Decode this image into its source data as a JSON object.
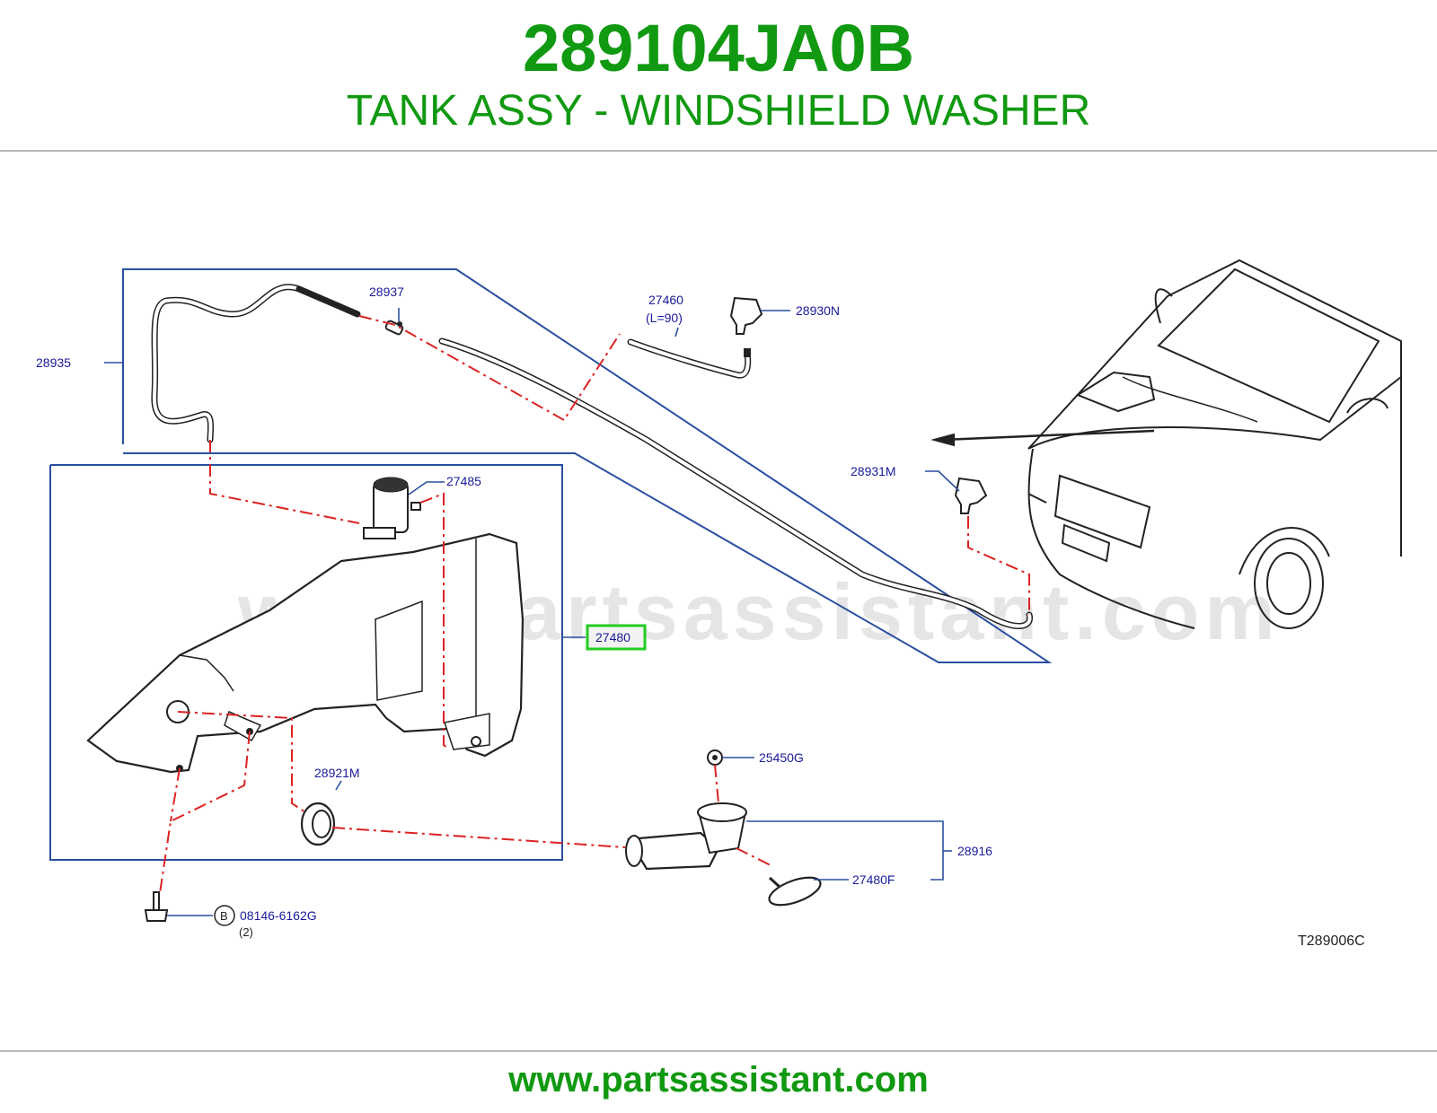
{
  "header": {
    "part_number": "289104JA0B",
    "part_name": "TANK ASSY - WINDSHIELD WASHER"
  },
  "diagram": {
    "watermark": "www.partsassistant.com",
    "code": "T289006C",
    "callouts": {
      "c28937": "28937",
      "c27460": "27460",
      "c27460_len": "(L=90)",
      "c28930N": "28930N",
      "c28935": "28935",
      "c27485": "27485",
      "c28931M": "28931M",
      "c27480": "27480",
      "c25450G": "25450G",
      "c28921M": "28921M",
      "c28916": "28916",
      "c27480F": "27480F",
      "c08146": "08146-6162G",
      "c08146_qty": "(2)",
      "bolt_marker": "B"
    },
    "highlighted_callout": "27480",
    "colors": {
      "title_green": "#119911",
      "callout_blue": "#1a1a99",
      "frame_blue": "#2a4fa0",
      "dash_red": "#dd2222",
      "highlight_green": "#22cc22"
    }
  },
  "footer": {
    "url": "www.partsassistant.com"
  }
}
